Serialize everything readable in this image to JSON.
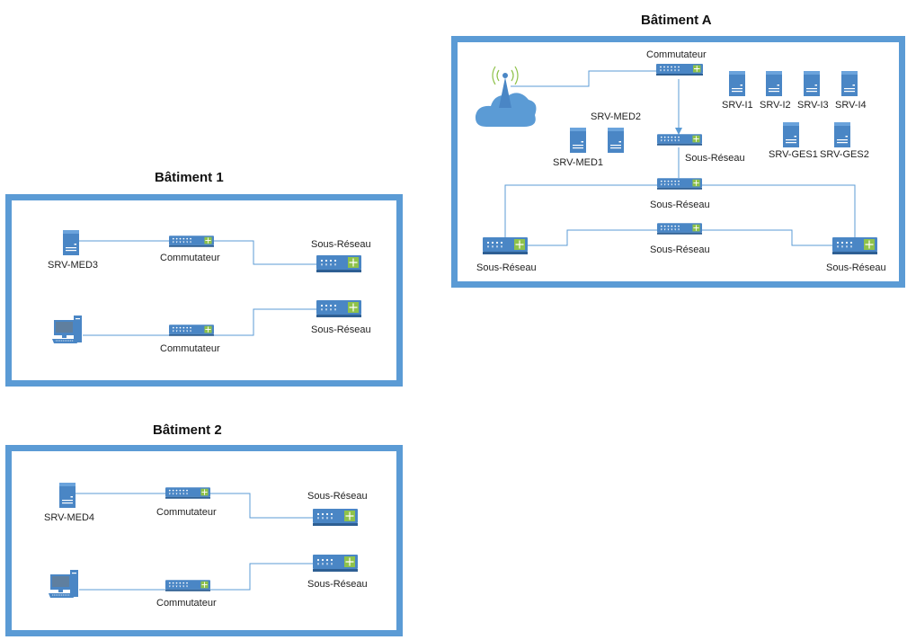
{
  "colors": {
    "frame": "#5b9bd5",
    "device": "#4a86c5",
    "line": "#5b9bd5",
    "port_green": "#8fc24a"
  },
  "buildings": {
    "a": {
      "title": "Bâtiment A",
      "labels": {
        "switch_top": "Commutateur",
        "srv_i1": "SRV-I1",
        "srv_i2": "SRV-I2",
        "srv_i3": "SRV-I3",
        "srv_i4": "SRV-I4",
        "srv_med2": "SRV-MED2",
        "srv_med1": "SRV-MED1",
        "srv_ges1": "SRV-GES1",
        "srv_ges2": "SRV-GES2",
        "subnet_center": "Sous-Réseau",
        "subnet_main": "Sous-Réseau",
        "subnet_left": "Sous-Réseau",
        "subnet_mid": "Sous-Réseau",
        "subnet_right": "Sous-Réseau"
      },
      "icons": {
        "cloud": "cloud-icon",
        "antenna": "antenna-icon",
        "switch": "switch-icon",
        "server": "server-icon"
      }
    },
    "b1": {
      "title": "Bâtiment 1",
      "labels": {
        "server": "SRV-MED3",
        "switch1": "Commutateur",
        "subnet1": "Sous-Réseau",
        "switch2": "Commutateur",
        "subnet2": "Sous-Réseau"
      },
      "icons": {
        "computer": "computer-icon"
      }
    },
    "b2": {
      "title": "Bâtiment 2",
      "labels": {
        "server": "SRV-MED4",
        "switch1": "Commutateur",
        "subnet1": "Sous-Réseau",
        "switch2": "Commutateur",
        "subnet2": "Sous-Réseau"
      },
      "icons": {
        "computer": "computer-icon"
      }
    }
  }
}
